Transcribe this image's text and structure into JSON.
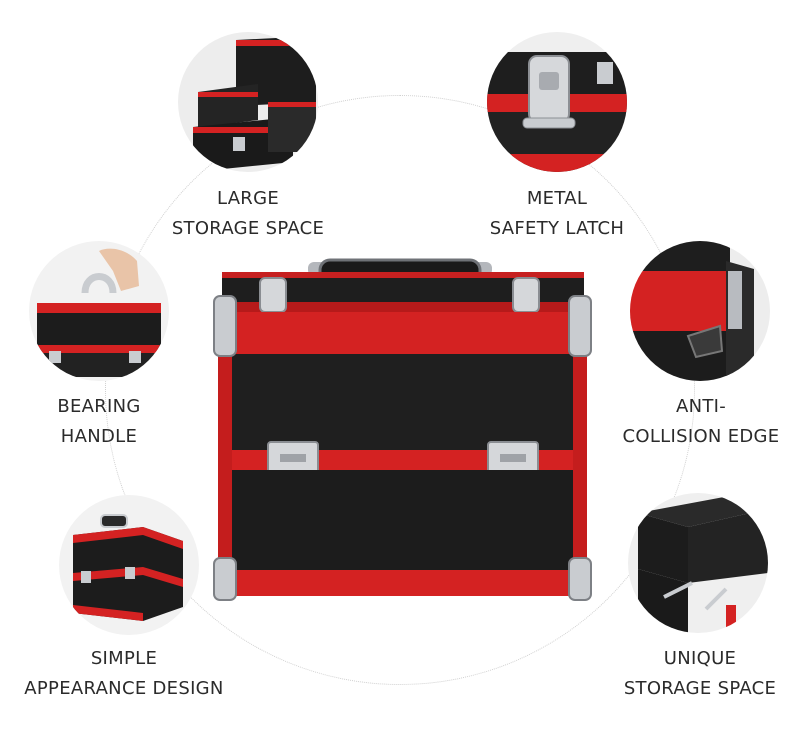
{
  "features": {
    "large_storage": {
      "line1": "LARGE",
      "line2": "STORAGE SPACE"
    },
    "metal_latch": {
      "line1": "METAL",
      "line2": "SAFETY LATCH"
    },
    "bearing_handle": {
      "line1": "BEARING",
      "line2": "HANDLE"
    },
    "anti_collision": {
      "line1": "ANTI-",
      "line2": "COLLISION EDGE"
    },
    "simple_design": {
      "line1": "SIMPLE",
      "line2": "APPEARANCE DESIGN"
    },
    "unique_storage": {
      "line1": "UNIQUE",
      "line2": "STORAGE SPACE"
    }
  },
  "colors": {
    "accent_red": "#d42222",
    "case_black": "#1e1e1e",
    "metal": "#c9ccd0",
    "ring": "#cfcfcf"
  },
  "icons": {
    "main": "cosmetic-case",
    "latch": "metal-latch",
    "handle": "case-handle",
    "edge": "corner-guard"
  }
}
